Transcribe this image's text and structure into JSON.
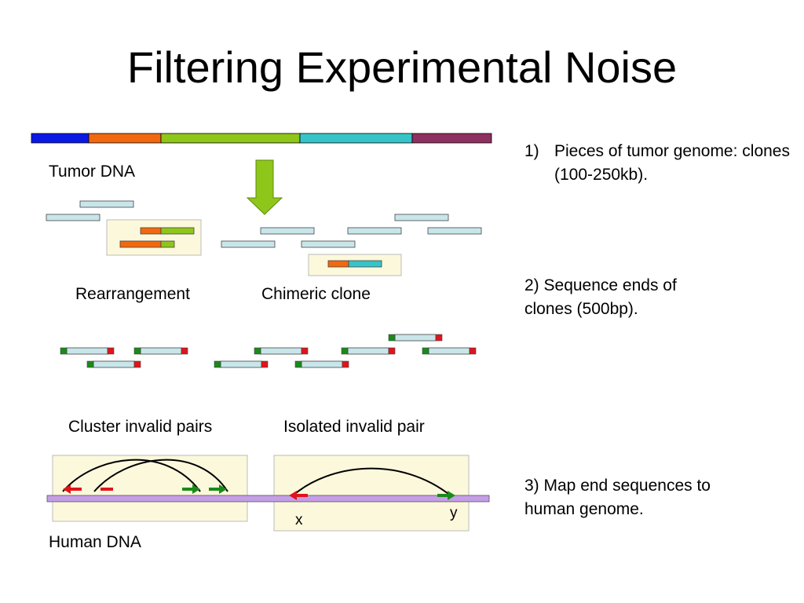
{
  "title": "Filtering Experimental Noise",
  "labels": {
    "tumor_dna": "Tumor DNA",
    "rearrangement": "Rearrangement",
    "chimeric_clone": "Chimeric clone",
    "cluster_invalid_pairs": "Cluster invalid pairs",
    "isolated_invalid_pair": "Isolated invalid pair",
    "human_dna": "Human DNA",
    "x": "x",
    "y": "y"
  },
  "steps": [
    {
      "num": "1)",
      "text": "Pieces of tumor genome: clones (100-250kb)."
    },
    {
      "num": "",
      "text": "2) Sequence ends of clones (500bp)."
    },
    {
      "num": "",
      "text": "3) Map end sequences to human genome."
    }
  ],
  "colors": {
    "segment_1": "#0a19e6",
    "segment_2": "#f2680f",
    "segment_3": "#8fc61a",
    "segment_4": "#36c4c9",
    "segment_5": "#8e3060",
    "clone_fill": "#c8e6ea",
    "highlight_box": "#fcf8dc",
    "human_dna_bar": "#c49ee6",
    "end_green": "#1a8a1a",
    "end_red": "#e0141a",
    "arrow_fill": "#8fc61a"
  }
}
